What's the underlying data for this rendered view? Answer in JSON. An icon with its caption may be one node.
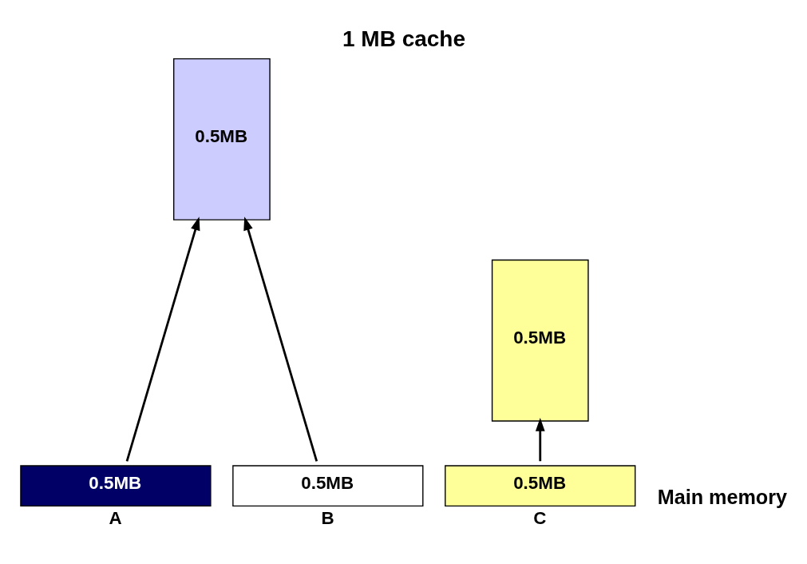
{
  "diagram": {
    "title": "1 MB cache",
    "nodes": [
      {
        "text": [
          "0.5MB"
        ]
      },
      {
        "text": [
          "0.5MB"
        ]
      },
      {
        "text": [
          "0.5MB"
        ],
        "beside": [
          "A"
        ]
      },
      {
        "text": [
          "0.5MB"
        ],
        "beside": [
          "C"
        ]
      },
      {
        "text": [
          "0.5MB"
        ],
        "beside": [
          "B"
        ]
      }
    ],
    "edges": [
      {
        "from": 2,
        "to": 0,
        "arrow": "to"
      },
      {
        "from": 3,
        "to": 1,
        "arrow": "to"
      },
      {
        "from": 4,
        "to": 0,
        "arrow": "to"
      }
    ],
    "labels": [
      "Main memory"
    ]
  }
}
